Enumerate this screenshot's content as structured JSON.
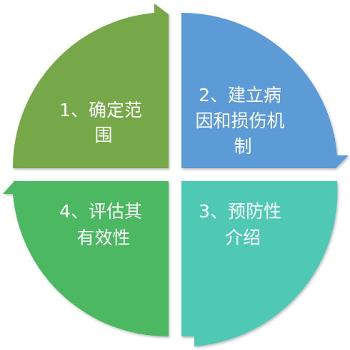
{
  "diagram": {
    "segments": [
      {
        "id": "q1",
        "lines": [
          "1、确定范",
          "围"
        ],
        "color": "#76a84a"
      },
      {
        "id": "q2",
        "lines": [
          "2、建立病",
          "因和损伤机",
          "制"
        ],
        "color": "#5b9bd5"
      },
      {
        "id": "q3",
        "lines": [
          "3、预防性",
          "介绍"
        ],
        "color": "#4fc8b4"
      },
      {
        "id": "q4",
        "lines": [
          "4、评估其",
          "有效性"
        ],
        "color": "#4eb862"
      }
    ]
  }
}
